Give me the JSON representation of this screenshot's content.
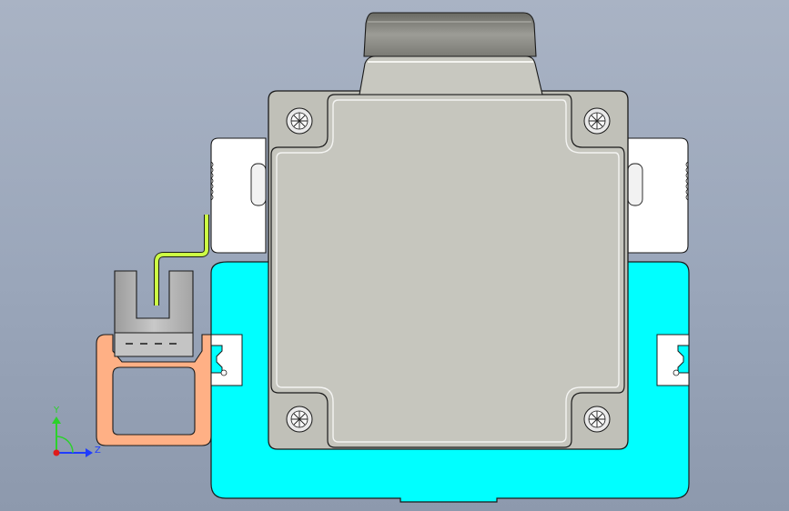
{
  "triad": {
    "y_label": "Y",
    "z_label": "Z",
    "y_color": "#2bd12b",
    "z_color": "#1f3cff",
    "x_color": "#e01b1b"
  },
  "colors": {
    "background": "#9aa6ba",
    "base_block": "#00ffff",
    "motor_body": "#c0c0b8",
    "bracket": "#ffffff",
    "rail_profile": "#ffb085",
    "cable": "#ccff44",
    "sensor": "#b9b9b9",
    "connector": "#8a8a82"
  },
  "parts": [
    "stepper-motor",
    "motor-connector",
    "white-bracket",
    "cyan-base-block",
    "orange-rail-profile",
    "slot-sensor",
    "sensor-cable",
    "mounting-screw-top-left",
    "mounting-screw-top-right",
    "mounting-screw-bottom-left",
    "mounting-screw-bottom-right"
  ]
}
